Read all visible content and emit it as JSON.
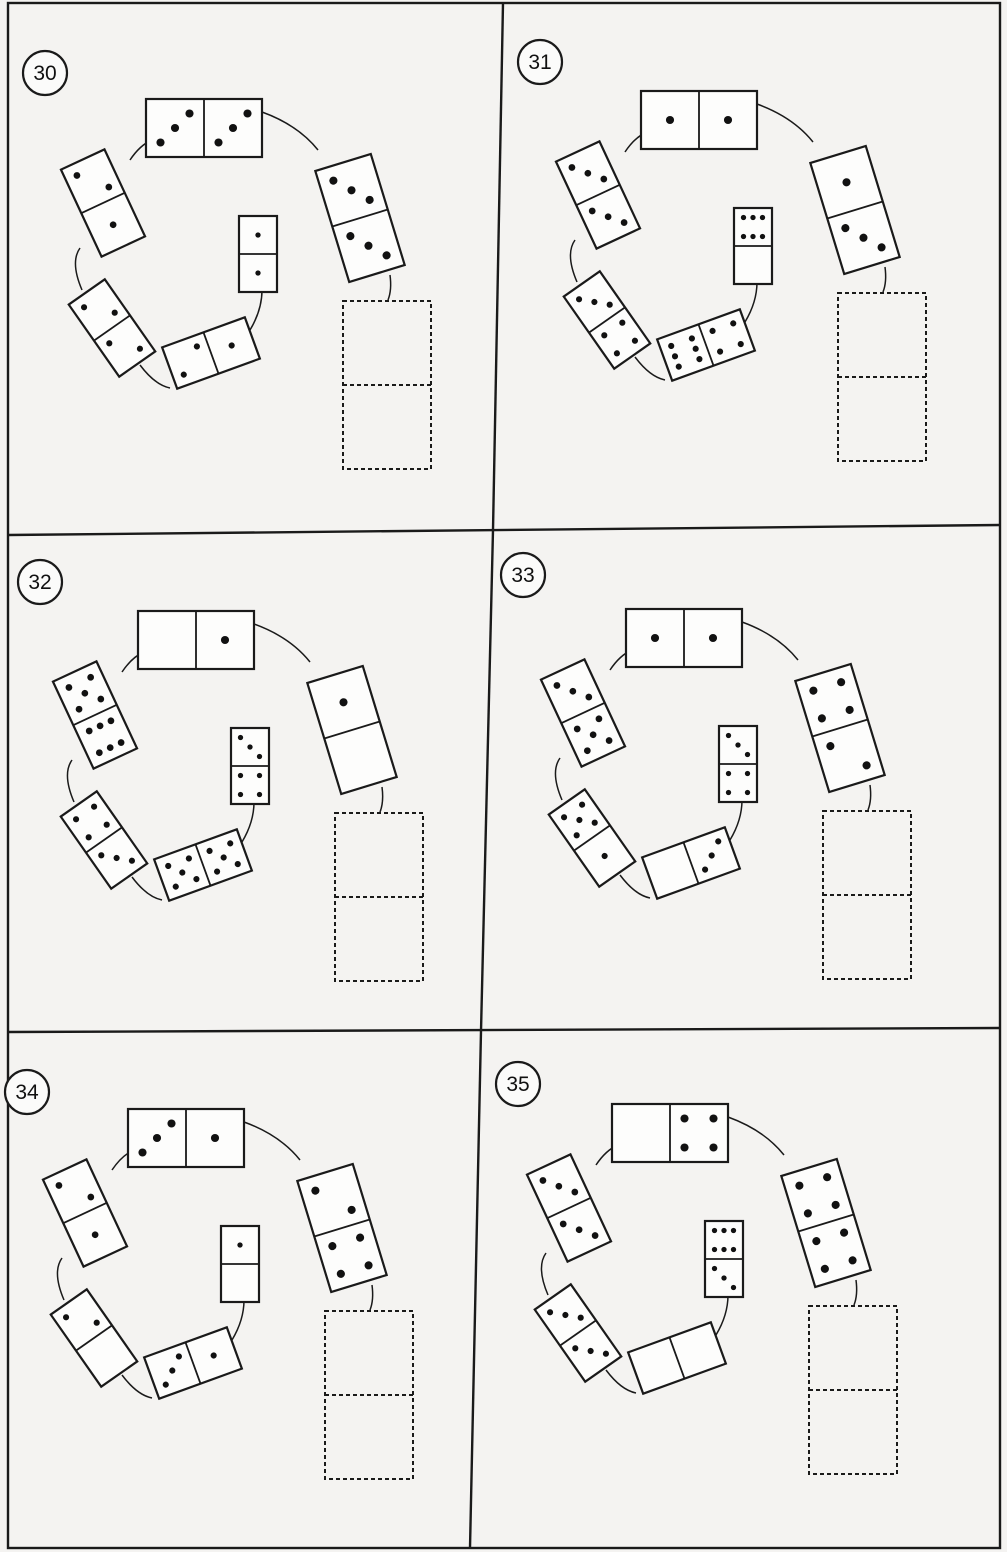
{
  "puzzles": [
    {
      "label": "30",
      "ring": [
        [
          3,
          3
        ],
        [
          3,
          3
        ],
        [
          2,
          1
        ],
        [
          2,
          2
        ],
        [
          2,
          1
        ]
      ],
      "center": [
        1,
        1
      ],
      "answer": "unknown"
    },
    {
      "label": "31",
      "ring": [
        [
          1,
          1
        ],
        [
          1,
          3
        ],
        [
          3,
          3
        ],
        [
          3,
          4
        ],
        [
          6,
          4
        ]
      ],
      "center": [
        6,
        0
      ],
      "answer": "unknown"
    },
    {
      "label": "32",
      "ring": [
        [
          0,
          1
        ],
        [
          1,
          0
        ],
        [
          5,
          6
        ],
        [
          4,
          3
        ],
        [
          5,
          5
        ]
      ],
      "center": [
        3,
        4
      ],
      "answer": "unknown"
    },
    {
      "label": "33",
      "ring": [
        [
          1,
          1
        ],
        [
          4,
          2
        ],
        [
          3,
          5
        ],
        [
          5,
          1
        ],
        [
          0,
          3
        ]
      ],
      "center": [
        3,
        4
      ],
      "answer": "unknown"
    },
    {
      "label": "34",
      "ring": [
        [
          3,
          1
        ],
        [
          2,
          4
        ],
        [
          2,
          1
        ],
        [
          2,
          0
        ],
        [
          3,
          1
        ]
      ],
      "center": [
        1,
        0
      ],
      "answer": "unknown"
    },
    {
      "label": "35",
      "ring": [
        [
          0,
          4
        ],
        [
          4,
          4
        ],
        [
          3,
          3
        ],
        [
          3,
          3
        ],
        [
          0,
          0
        ]
      ],
      "center": [
        6,
        3
      ],
      "answer": "unknown"
    }
  ]
}
